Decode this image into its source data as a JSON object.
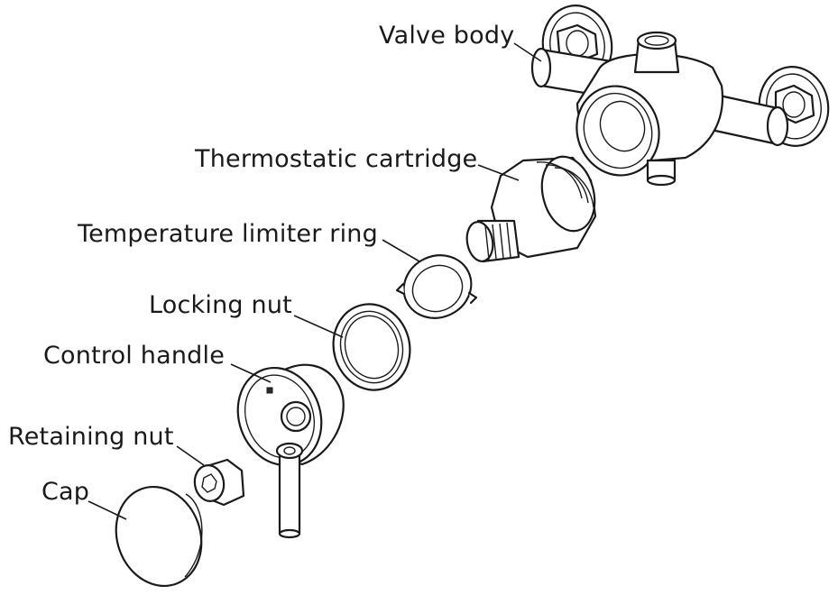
{
  "diagram": {
    "labels": {
      "valve_body": "Valve body",
      "thermostatic_cartridge": "Thermostatic cartridge",
      "temperature_limiter_ring": "Temperature limiter ring",
      "locking_nut": "Locking nut",
      "control_handle": "Control handle",
      "retaining_nut": "Retaining nut",
      "cap": "Cap"
    },
    "colors": {
      "line": "#1a1a1a",
      "background": "#ffffff"
    }
  }
}
